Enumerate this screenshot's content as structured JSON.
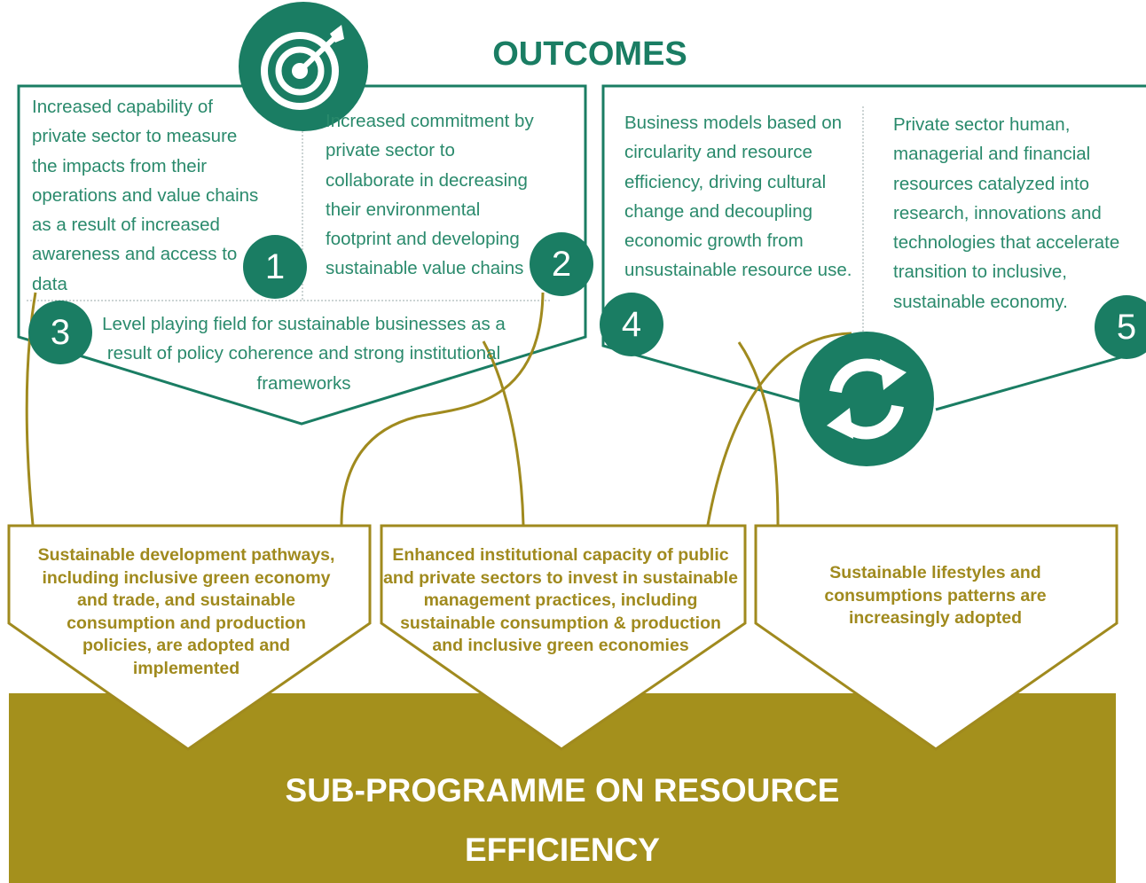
{
  "header": {
    "title": "OUTCOMES"
  },
  "outcomes": [
    {
      "number": "1",
      "text": "Increased capability of private sector to measure the impacts from their operations and value chains as a result of increased awareness and access to data"
    },
    {
      "number": "2",
      "text": "Increased commitment by private sector to collaborate in decreasing their environmental footprint and developing sustainable value chains"
    },
    {
      "number": "3",
      "text": "Level playing field for sustainable businesses as a result of policy coherence and strong institutional frameworks"
    },
    {
      "number": "4",
      "text": "Business models based on circularity and resource efficiency, driving cultural change and decoupling economic growth from unsustainable resource use."
    },
    {
      "number": "5",
      "text": "Private sector human, managerial and financial resources catalyzed into research, innovations and technologies that accelerate transition to inclusive, sustainable economy."
    }
  ],
  "pentagons": [
    "Sustainable development pathways, including inclusive green economy and trade, and sustainable consumption and production policies, are adopted and implemented",
    "Enhanced institutional capacity of public and private sectors to invest in sustainable management practices, including sustainable consumption & production and inclusive green economies",
    "Sustainable lifestyles and consumptions patterns are increasingly adopted"
  ],
  "banner": {
    "line1": "SUB-PROGRAMME ON RESOURCE",
    "line2": "EFFICIENCY"
  },
  "icons": {
    "top": "target-icon",
    "right": "refresh-icon"
  },
  "colors": {
    "green": "#1a7d63",
    "text_green": "#2a8a6c",
    "olive": "#a08a1e",
    "banner": "#a4901c"
  }
}
